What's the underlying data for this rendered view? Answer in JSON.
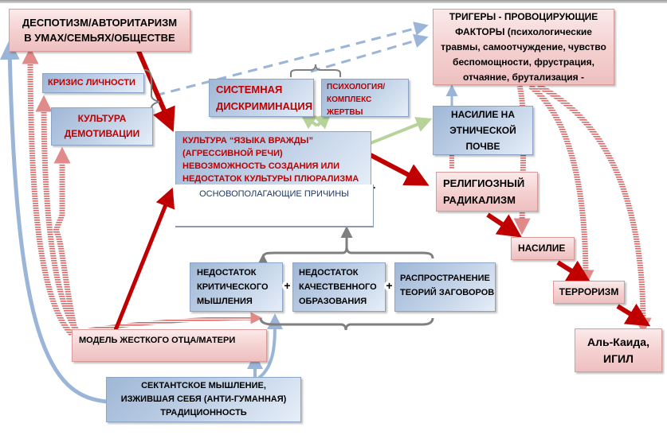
{
  "diagram": {
    "nodes": {
      "despotism": "ДЕСПОТИЗМ/АВТОРИТАРИЗМ В УМАХ/СЕМЬЯХ/ОБЩЕСТВЕ",
      "triggers_title": "ТРИГЕРЫ - ПРОВОЦИРУЮЩИЕ ФАКТОРЫ",
      "triggers_details": "(психологические травмы, самоотчуждение, чувство беспомощности, фрустрация, отчаяние, брутализация -",
      "personality_crisis": "КРИЗИС ЛИЧНОСТИ",
      "demotivation_culture": "КУЛЬТУРА ДЕМОТИВАЦИИ",
      "systemic_discrimination": "СИСТЕМНАЯ ДИСКРИМИНАЦИЯ",
      "victim_psychology": "ПСИХОЛОГИЯ/ КОМПЛЕКС ЖЕРТВЫ",
      "hate_speech_culture": "КУЛЬТУРА “ЯЗЫКА ВРАЖДЫ” (АГРЕССИВНОЙ РЕЧИ) НЕВОЗМОЖНОСТЬ СОЗДАНИЯ ИЛИ НЕДОСТАТОК КУЛЬТУРЫ ПЛЮРАЛИЗМА",
      "root_causes": "ОСНОВОПОЛАГАЮЩИЕ ПРИЧИНЫ",
      "ethnic_violence": "НАСИЛИЕ НА ЭТНИЧЕСКОЙ ПОЧВЕ",
      "religious_radicalism": "РЕЛИГИОЗНЫЙ РАДИКАЛИЗМ",
      "violence": "НАСИЛИЕ",
      "terrorism": "ТЕРРОРИЗМ",
      "al_qaeda_isis": "Аль-Каида, ИГИЛ",
      "lack_critical_thinking": "НЕДОСТАТОК КРИТИЧЕСКОГО МЫШЛЕНИЯ",
      "lack_quality_education": "НЕДОСТАТОК КАЧЕСТВЕННОГО ОБРАЗОВАНИЯ",
      "conspiracy_theories": "РАСПРОСТРАНЕНИЕ ТЕОРИЙ ЗАГОВОРОВ",
      "strict_parent_model": "МОДЕЛЬ ЖЕСТКОГО ОТЦА/МАТЕРИ",
      "sectarian_thinking": "СЕКТАНТСКОЕ МЫШЛЕНИЕ, ИЗЖИВШАЯ СЕБЯ (АНТИ-ГУМАННАЯ) ТРАДИЦИОННОСТЬ"
    },
    "plus_sign": "+",
    "colors": {
      "primary_arrow": "#c00000",
      "trigger_arrow": "#e08a8a",
      "feedback_arrow": "#9ab5d8",
      "related_arrow": "#b8d39a",
      "bracket": "#7f7f7f",
      "red_text": "#c00000"
    }
  }
}
